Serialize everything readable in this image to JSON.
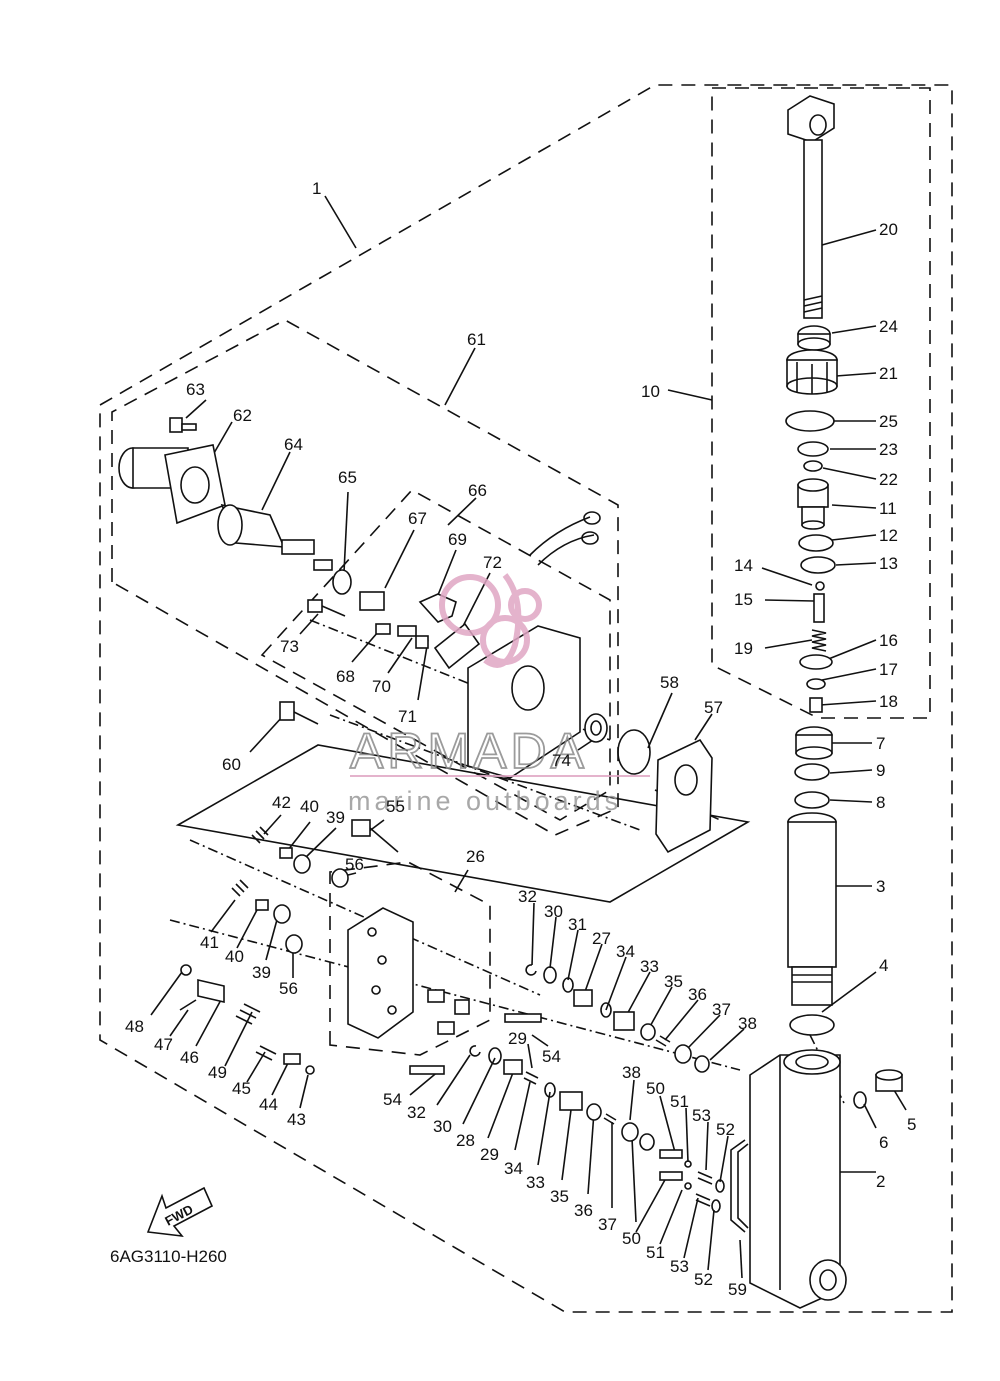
{
  "diagram_code": "6AG3110-H260",
  "fwd_label": "FWD",
  "watermark": {
    "brand": "ARMADA",
    "tagline": "marine outboards",
    "accent": "#e0a6c4"
  },
  "callouts": [
    {
      "text": "1"
    },
    {
      "text": "61"
    },
    {
      "text": "63"
    },
    {
      "text": "62"
    },
    {
      "text": "64"
    },
    {
      "text": "65"
    },
    {
      "text": "66"
    },
    {
      "text": "67"
    },
    {
      "text": "69"
    },
    {
      "text": "72"
    },
    {
      "text": "73"
    },
    {
      "text": "68"
    },
    {
      "text": "70"
    },
    {
      "text": "71"
    },
    {
      "text": "60"
    },
    {
      "text": "58"
    },
    {
      "text": "57"
    },
    {
      "text": "74"
    },
    {
      "text": "42"
    },
    {
      "text": "40"
    },
    {
      "text": "39"
    },
    {
      "text": "55"
    },
    {
      "text": "56"
    },
    {
      "text": "26"
    },
    {
      "text": "41"
    },
    {
      "text": "40"
    },
    {
      "text": "39"
    },
    {
      "text": "56"
    },
    {
      "text": "48"
    },
    {
      "text": "47"
    },
    {
      "text": "46"
    },
    {
      "text": "49"
    },
    {
      "text": "45"
    },
    {
      "text": "44"
    },
    {
      "text": "43"
    },
    {
      "text": "32"
    },
    {
      "text": "30"
    },
    {
      "text": "31"
    },
    {
      "text": "27"
    },
    {
      "text": "34"
    },
    {
      "text": "33"
    },
    {
      "text": "35"
    },
    {
      "text": "36"
    },
    {
      "text": "37"
    },
    {
      "text": "38"
    },
    {
      "text": "29"
    },
    {
      "text": "54"
    },
    {
      "text": "54"
    },
    {
      "text": "32"
    },
    {
      "text": "30"
    },
    {
      "text": "28"
    },
    {
      "text": "29"
    },
    {
      "text": "34"
    },
    {
      "text": "33"
    },
    {
      "text": "35"
    },
    {
      "text": "36"
    },
    {
      "text": "37"
    },
    {
      "text": "38"
    },
    {
      "text": "50"
    },
    {
      "text": "51"
    },
    {
      "text": "53"
    },
    {
      "text": "52"
    },
    {
      "text": "50"
    },
    {
      "text": "51"
    },
    {
      "text": "53"
    },
    {
      "text": "52"
    },
    {
      "text": "59"
    },
    {
      "text": "10"
    },
    {
      "text": "20"
    },
    {
      "text": "24"
    },
    {
      "text": "21"
    },
    {
      "text": "25"
    },
    {
      "text": "23"
    },
    {
      "text": "22"
    },
    {
      "text": "11"
    },
    {
      "text": "12"
    },
    {
      "text": "13"
    },
    {
      "text": "14"
    },
    {
      "text": "15"
    },
    {
      "text": "19"
    },
    {
      "text": "16"
    },
    {
      "text": "17"
    },
    {
      "text": "18"
    },
    {
      "text": "7"
    },
    {
      "text": "9"
    },
    {
      "text": "8"
    },
    {
      "text": "3"
    },
    {
      "text": "4"
    },
    {
      "text": "5"
    },
    {
      "text": "6"
    },
    {
      "text": "2"
    }
  ]
}
